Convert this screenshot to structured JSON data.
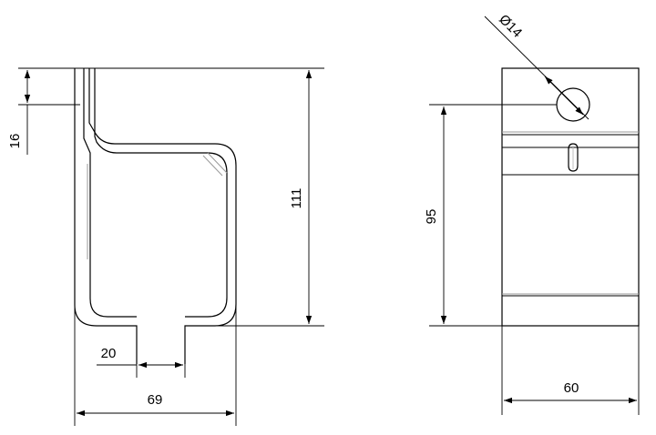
{
  "drawing": {
    "side_view": {
      "dim_height_small": "16",
      "dim_height_total": "111",
      "dim_slot_width": "20",
      "dim_overall_width": "69"
    },
    "front_view": {
      "dim_hole_diameter": "Ø14",
      "dim_hole_height": "95",
      "dim_width": "60"
    }
  }
}
